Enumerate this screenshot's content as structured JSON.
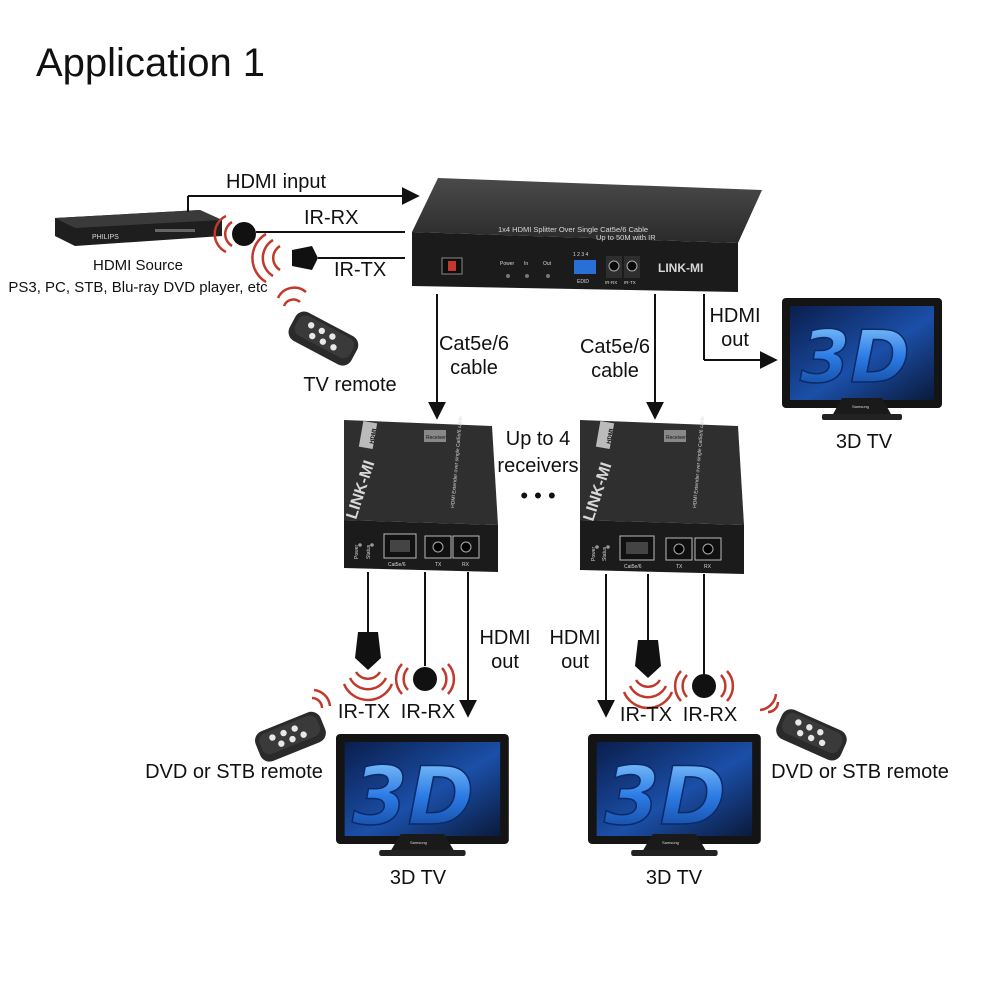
{
  "title": "Application 1",
  "brand": "LINK-MI",
  "source": {
    "title": "HDMI Source",
    "subtitle": "PS3, PC, STB, Blu-ray DVD player, etc",
    "brand": "PHILIPS"
  },
  "splitter": {
    "model_line1": "1x4 HDMI Splitter Over Single Cat5e/6 Cable",
    "model_line2": "Up to 50M with IR",
    "led_power": "Power",
    "led_in": "In",
    "led_out": "Out",
    "switch_nums": "1 2 3 4",
    "edid": "EDID",
    "port_rx": "IR-RX",
    "port_tx": "IR-TX"
  },
  "receiver": {
    "panel_label": "Receiver",
    "side_text": "HDMI Extender over single Cat5e/6 cable",
    "hdmi_badge": "HDMI",
    "led_power": "Power",
    "led_status": "Status",
    "port_cat": "Cat5e/6",
    "port_tx": "TX",
    "port_rx": "RX"
  },
  "labels": {
    "hdmi_input": "HDMI input",
    "ir_rx": "IR-RX",
    "ir_tx": "IR-TX",
    "tv_remote": "TV remote",
    "cat_line1": "Cat5e/6",
    "cat_line2": "cable",
    "hdmi": "HDMI",
    "out": "out",
    "up_to_4": "Up to 4",
    "receivers": "receivers",
    "ellipsis": "• • •",
    "dvd_remote": "DVD or STB remote",
    "tv_3d": "3D TV",
    "tv_logo": "3D",
    "tv_brand": "Samsung"
  },
  "colors": {
    "device_body": "#2b2b2b",
    "device_face": "#1c1c1c",
    "tv_screen": "#0b2a6a",
    "logo_blue": "#1f6fe0",
    "ir_red": "#c0392b",
    "switch_blue": "#2a6fd6"
  }
}
